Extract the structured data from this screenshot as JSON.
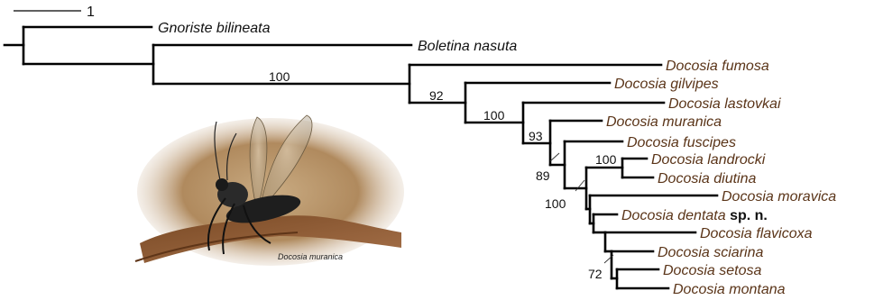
{
  "scale_bar": {
    "label": "1"
  },
  "outgroups": [
    {
      "name": "Gnoriste bilineata"
    },
    {
      "name": "Boletina nasuta"
    }
  ],
  "ingroup_color": "#5a3418",
  "taxa": [
    {
      "name": "Docosia fumosa"
    },
    {
      "name": "Docosia gilvipes"
    },
    {
      "name": "Docosia lastovkai"
    },
    {
      "name": "Docosia muranica"
    },
    {
      "name": "Docosia fuscipes"
    },
    {
      "name": "Docosia landrocki"
    },
    {
      "name": "Docosia diutina"
    },
    {
      "name": "Docosia moravica"
    },
    {
      "name": "Docosia dentata",
      "suffix": "sp. n."
    },
    {
      "name": "Docosia flavicoxa"
    },
    {
      "name": "Docosia sciarina"
    },
    {
      "name": "Docosia setosa"
    },
    {
      "name": "Docosia montana"
    }
  ],
  "support_values": {
    "docosia_clade": "100",
    "node_92": "92",
    "node_100a": "100",
    "node_93": "93",
    "node_89": "89",
    "node_100b": "100",
    "node_100c": "100",
    "node_72": "72"
  },
  "photo": {
    "caption": "Docosia muranica",
    "subject": "fly-specimen-photo"
  }
}
